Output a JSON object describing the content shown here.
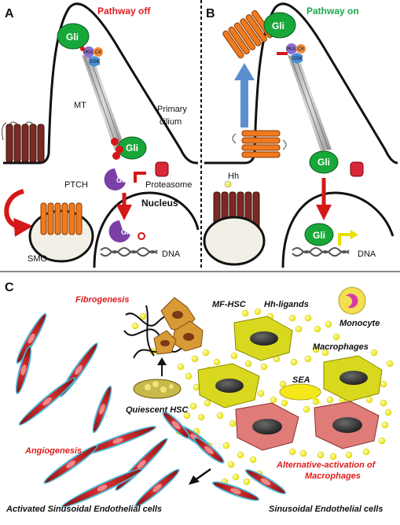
{
  "panels": {
    "a": {
      "letter": "A",
      "title": "Pathway off",
      "labels": {
        "gli_top": "Gli",
        "pka": "PKA",
        "ck": "CK",
        "gsk": "GSK",
        "mt": "MT",
        "primary": "Primary",
        "cilium": "cilium",
        "gli_mid": "Gli",
        "ptch": "PTCH",
        "glir": "GliR",
        "proteasome": "Proteasome",
        "nucleus": "Nucleus",
        "glir_nuc": "GliR",
        "smo": "SMO",
        "dna": "DNA"
      }
    },
    "b": {
      "letter": "B",
      "title": "Pathway on",
      "labels": {
        "gli_top": "Gli",
        "pka": "PKA",
        "ck": "CK",
        "gsk": "GSK",
        "hh": "Hh",
        "gli_mid": "Gli",
        "gli_nuc": "Gli",
        "dna": "DNA"
      }
    },
    "c": {
      "letter": "C",
      "labels": {
        "fibrogenesis": "Fibrogenesis",
        "mf_hsc": "MF-HSC",
        "hh_ligands": "Hh-ligands",
        "monocyte": "Monocyte",
        "macrophages": "Macrophages",
        "sea": "SEA",
        "quiescent": "Quiescent HSC",
        "angiogenesis": "Angiogenesis",
        "alt_act_1": "Alternative-activation of",
        "alt_act_2": "Macrophages",
        "activated_sec": "Activated Sinusoidal Endothelial cells",
        "sec": "Sinusoidal Endothelial cells"
      }
    }
  },
  "colors": {
    "title_off": "#e01b1b",
    "title_on": "#1aa84a",
    "gli_green": "#18a83a",
    "smo_orange": "#f07a1e",
    "ptch_brown": "#7a2a22",
    "glir_purple": "#7b3fa6",
    "arrow_red": "#d41818",
    "arrow_blue": "#5b8fd0",
    "ligand_yellow": "#f4ee1a",
    "macrophage_yellow": "#d8d81e",
    "macrophage_red": "#e07c78",
    "label_red": "#e01b1b"
  }
}
